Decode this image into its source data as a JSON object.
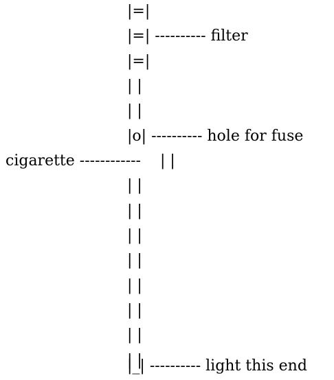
{
  "diagram": {
    "lines": [
      {
        "text": "|=|"
      },
      {
        "text": "|=| ---------- filter"
      },
      {
        "text": "|=|"
      },
      {
        "text": "| |"
      },
      {
        "text": "| |"
      },
      {
        "text": "|o| ---------- hole for fuse"
      },
      {
        "text": "cigarette ------------    | |"
      },
      {
        "text": "| |"
      },
      {
        "text": "| |"
      },
      {
        "text": "| |"
      },
      {
        "text": "| |"
      },
      {
        "text": "| |"
      },
      {
        "text": "| |"
      },
      {
        "text": "| |"
      },
      {
        "text": "| |"
      },
      {
        "text": "|_| ---------- light this end"
      }
    ]
  }
}
